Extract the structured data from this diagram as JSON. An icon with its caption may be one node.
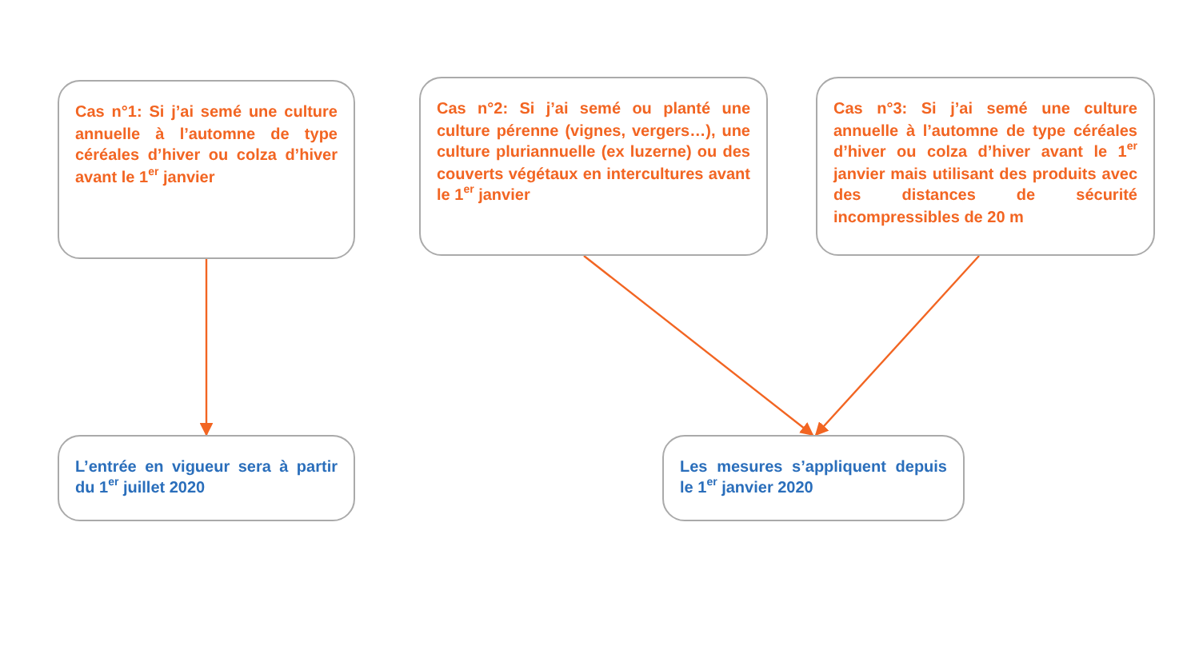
{
  "diagram": {
    "nodes": [
      {
        "text": [
          "Cas n°1: Si j’ai semé une culture annuelle à l’automne de type céréales d’hiver ou colza d’hiver avant le 1$^{er}$ janvier"
        ]
      },
      {
        "text": [
          "Cas n°2: Si j’ai semé ou planté une culture pérenne (vignes, vergers…), une culture pluriannuelle (ex luzerne) ou des couverts végétaux en intercultures avant le 1$^{er}$ janvier"
        ]
      },
      {
        "text": [
          "Cas n°3: Si j’ai semé une culture annuelle à l’automne de type céréales d’hiver ou colza d’hiver avant le 1$^{er}$ janvier mais utilisant des produits avec des distances de sécurité incompressibles de 20 m"
        ]
      },
      {
        "text": [
          "L’entrée en vigueur sera à partir du 1$^{er}$ juillet 2020"
        ]
      },
      {
        "text": [
          "Les mesures s’appliquent depuis le 1$^{er}$ janvier 2020"
        ]
      }
    ],
    "edges": [
      {
        "from": 0,
        "to": 3,
        "arrow": "to"
      },
      {
        "from": 1,
        "to": 4,
        "arrow": "to"
      },
      {
        "from": 2,
        "to": 4,
        "arrow": "to"
      }
    ]
  }
}
